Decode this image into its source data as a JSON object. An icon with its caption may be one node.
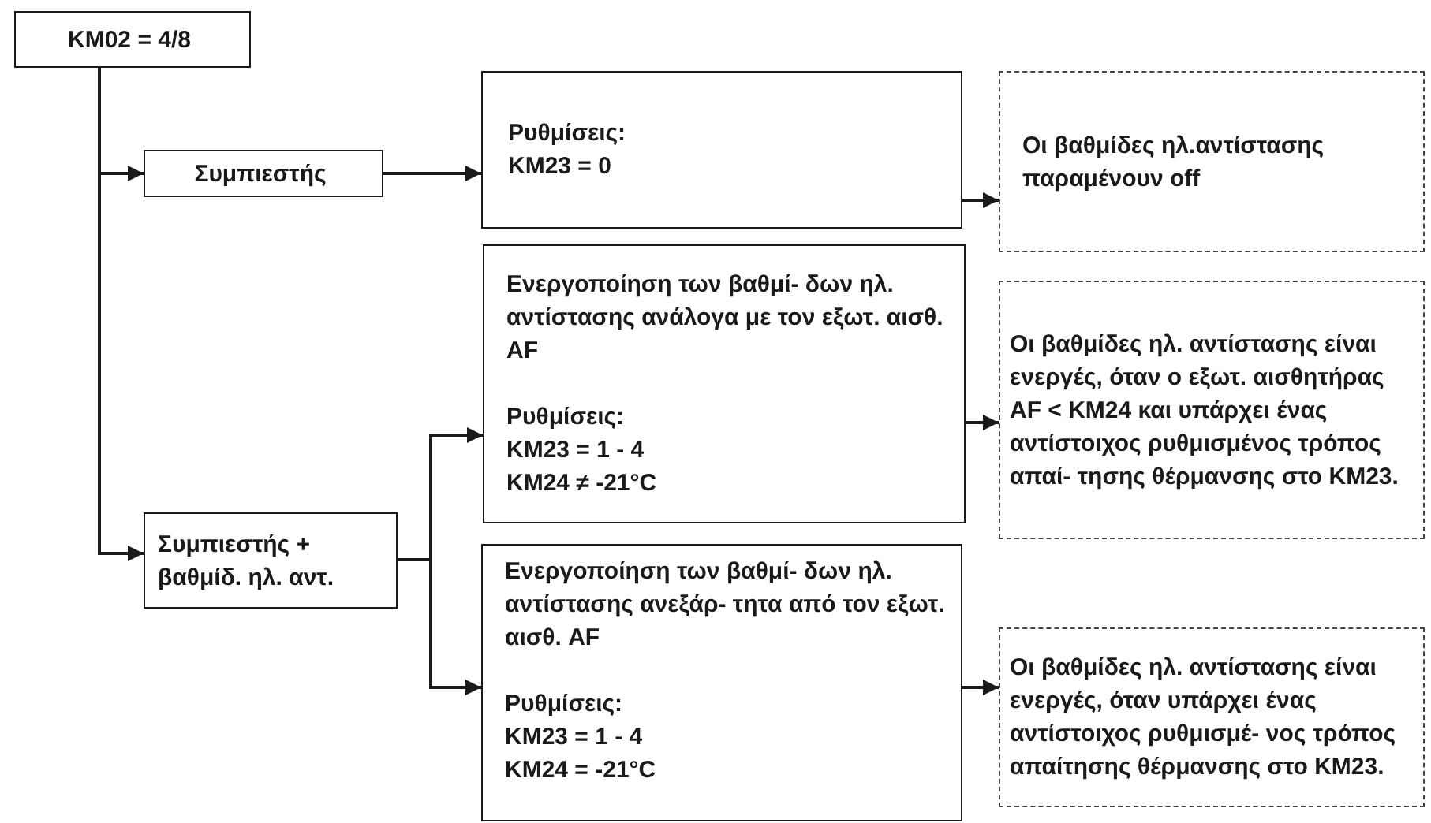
{
  "diagram": {
    "nodes": [
      {
        "text": [
          "KM02 = 4/8"
        ]
      },
      {
        "text": [
          "Συμπιεστής"
        ]
      },
      {
        "text": [
          "Ρυθμίσεις:",
          "KM23 = 0"
        ]
      },
      {
        "text": [
          "Οι βαθμίδες ηλ.αντίστασης παραμένουν off"
        ]
      },
      {
        "text": [
          "Συμπιεστής + βαθμίδ. ηλ. αντ."
        ]
      },
      {
        "text": [
          "Ενεργοποίηση των βαθμί- δων ηλ. αντίστασης ανάλογα με τον εξωτ. αισθ. AF",
          "Ρυθμίσεις:",
          "KM23 = 1 - 4",
          "KM24 ≠ -21°C"
        ]
      },
      {
        "text": [
          "Οι βαθμίδες ηλ. αντίστασης είναι ενεργές, όταν ο εξωτ. αισθητήρας AF < KM24 και υπάρχει ένας αντίστοιχος ρυθμισμένος τρόπος απαί- τησης θέρμανσης στο KM23."
        ]
      },
      {
        "text": [
          "Ενεργοποίηση των βαθμί- δων ηλ. αντίστασης ανεξάρ- τητα από τον εξωτ. αισθ. AF",
          "Ρυθμίσεις:",
          "KM23 = 1 - 4",
          "KM24 = -21°C"
        ]
      },
      {
        "text": [
          "Οι βαθμίδες ηλ. αντίστασης είναι ενεργές, όταν υπάρχει ένας αντίστοιχος ρυθμισμέ- νος τρόπος απαίτησης θέρμανσης στο KM23."
        ]
      }
    ],
    "edges": [
      {
        "from": 0,
        "to": 1,
        "arrow": "to"
      },
      {
        "from": 0,
        "to": 4,
        "arrow": "to"
      },
      {
        "from": 1,
        "to": 2,
        "arrow": "to"
      },
      {
        "from": 2,
        "to": 3,
        "arrow": "to"
      },
      {
        "from": 4,
        "to": 5,
        "arrow": "to"
      },
      {
        "from": 4,
        "to": 7,
        "arrow": "to"
      },
      {
        "from": 5,
        "to": 6,
        "arrow": "to"
      },
      {
        "from": 7,
        "to": 8,
        "arrow": "to"
      }
    ]
  }
}
